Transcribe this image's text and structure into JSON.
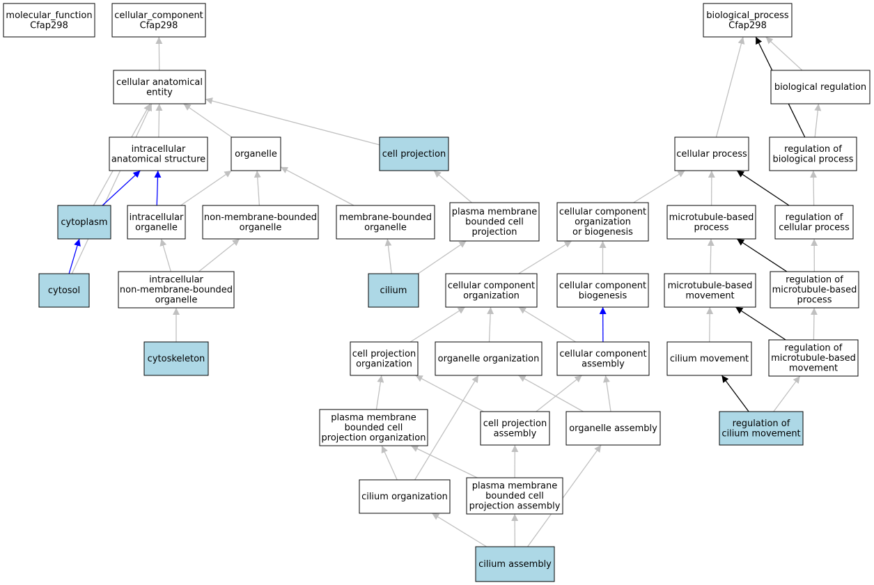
{
  "colors": {
    "highlight": "#add8e6",
    "plain": "#ffffff",
    "edge_gray": "#c0c0c0",
    "edge_black": "#000000",
    "edge_blue": "#0000ff"
  },
  "nodes": [
    {
      "id": "mf",
      "lines": [
        "molecular_function",
        "Cfap298"
      ],
      "highlight": false
    },
    {
      "id": "cc",
      "lines": [
        "cellular_component",
        "Cfap298"
      ],
      "highlight": false
    },
    {
      "id": "bp",
      "lines": [
        "biological_process",
        "Cfap298"
      ],
      "highlight": false
    },
    {
      "id": "cae",
      "lines": [
        "cellular anatomical",
        "entity"
      ],
      "highlight": false
    },
    {
      "id": "ias",
      "lines": [
        "intracellular",
        "anatomical structure"
      ],
      "highlight": false
    },
    {
      "id": "org",
      "lines": [
        "organelle"
      ],
      "highlight": false
    },
    {
      "id": "cp",
      "lines": [
        "cell projection"
      ],
      "highlight": true
    },
    {
      "id": "cyto",
      "lines": [
        "cytoplasm"
      ],
      "highlight": true
    },
    {
      "id": "io",
      "lines": [
        "intracellular",
        "organelle"
      ],
      "highlight": false
    },
    {
      "id": "nmbo",
      "lines": [
        "non-membrane-bounded",
        "organelle"
      ],
      "highlight": false
    },
    {
      "id": "mbo",
      "lines": [
        "membrane-bounded",
        "organelle"
      ],
      "highlight": false
    },
    {
      "id": "pmbcp",
      "lines": [
        "plasma membrane",
        "bounded cell",
        "projection"
      ],
      "highlight": false
    },
    {
      "id": "cytosol",
      "lines": [
        "cytosol"
      ],
      "highlight": true
    },
    {
      "id": "inmbo",
      "lines": [
        "intracellular",
        "non-membrane-bounded",
        "organelle"
      ],
      "highlight": false
    },
    {
      "id": "cilium",
      "lines": [
        "cilium"
      ],
      "highlight": true
    },
    {
      "id": "cytoskeleton",
      "lines": [
        "cytoskeleton"
      ],
      "highlight": true
    },
    {
      "id": "cellproc",
      "lines": [
        "cellular process"
      ],
      "highlight": false
    },
    {
      "id": "bioreg",
      "lines": [
        "biological regulation"
      ],
      "highlight": false
    },
    {
      "id": "regbp",
      "lines": [
        "regulation of",
        "biological process"
      ],
      "highlight": false
    },
    {
      "id": "ccob",
      "lines": [
        "cellular component",
        "organization",
        "or biogenesis"
      ],
      "highlight": false
    },
    {
      "id": "mtbp",
      "lines": [
        "microtubule-based",
        "process"
      ],
      "highlight": false
    },
    {
      "id": "regcp",
      "lines": [
        "regulation of",
        "cellular process"
      ],
      "highlight": false
    },
    {
      "id": "cco",
      "lines": [
        "cellular component",
        "organization"
      ],
      "highlight": false
    },
    {
      "id": "ccb",
      "lines": [
        "cellular component",
        "biogenesis"
      ],
      "highlight": false
    },
    {
      "id": "mtbm",
      "lines": [
        "microtubule-based",
        "movement"
      ],
      "highlight": false
    },
    {
      "id": "regmtbp",
      "lines": [
        "regulation of",
        "microtubule-based",
        "process"
      ],
      "highlight": false
    },
    {
      "id": "cpo",
      "lines": [
        "cell projection",
        "organization"
      ],
      "highlight": false
    },
    {
      "id": "orgorg",
      "lines": [
        "organelle organization"
      ],
      "highlight": false
    },
    {
      "id": "cca",
      "lines": [
        "cellular component",
        "assembly"
      ],
      "highlight": false
    },
    {
      "id": "cilmov",
      "lines": [
        "cilium movement"
      ],
      "highlight": false
    },
    {
      "id": "regmtbm",
      "lines": [
        "regulation of",
        "microtubule-based",
        "movement"
      ],
      "highlight": false
    },
    {
      "id": "pmbcpo",
      "lines": [
        "plasma membrane",
        "bounded cell",
        "projection organization"
      ],
      "highlight": false
    },
    {
      "id": "cpa",
      "lines": [
        "cell projection",
        "assembly"
      ],
      "highlight": false
    },
    {
      "id": "orgasm",
      "lines": [
        "organelle assembly"
      ],
      "highlight": false
    },
    {
      "id": "regcm",
      "lines": [
        "regulation of",
        "cilium movement"
      ],
      "highlight": true
    },
    {
      "id": "cilorg",
      "lines": [
        "cilium organization"
      ],
      "highlight": false
    },
    {
      "id": "pmbcpa",
      "lines": [
        "plasma membrane",
        "bounded cell",
        "projection assembly"
      ],
      "highlight": false
    },
    {
      "id": "cilasm",
      "lines": [
        "cilium assembly"
      ],
      "highlight": true
    }
  ],
  "edges": [
    {
      "from": "cae",
      "to": "cc",
      "color": "gray"
    },
    {
      "from": "ias",
      "to": "cae",
      "color": "gray"
    },
    {
      "from": "org",
      "to": "cae",
      "color": "gray"
    },
    {
      "from": "cp",
      "to": "cae",
      "color": "gray"
    },
    {
      "from": "cyto",
      "to": "cae",
      "color": "gray"
    },
    {
      "from": "cytosol",
      "to": "cae",
      "color": "gray"
    },
    {
      "from": "cyto",
      "to": "ias",
      "color": "blue"
    },
    {
      "from": "io",
      "to": "ias",
      "color": "blue"
    },
    {
      "from": "io",
      "to": "org",
      "color": "gray"
    },
    {
      "from": "nmbo",
      "to": "org",
      "color": "gray"
    },
    {
      "from": "mbo",
      "to": "org",
      "color": "gray"
    },
    {
      "from": "pmbcp",
      "to": "cp",
      "color": "gray"
    },
    {
      "from": "cytosol",
      "to": "cyto",
      "color": "blue"
    },
    {
      "from": "inmbo",
      "to": "io",
      "color": "gray"
    },
    {
      "from": "inmbo",
      "to": "nmbo",
      "color": "gray"
    },
    {
      "from": "cilium",
      "to": "mbo",
      "color": "gray"
    },
    {
      "from": "cilium",
      "to": "pmbcp",
      "color": "gray"
    },
    {
      "from": "cytoskeleton",
      "to": "inmbo",
      "color": "gray"
    },
    {
      "from": "cellproc",
      "to": "bp",
      "color": "gray"
    },
    {
      "from": "bioreg",
      "to": "bp",
      "color": "gray"
    },
    {
      "from": "regbp",
      "to": "bp",
      "color": "black"
    },
    {
      "from": "regbp",
      "to": "bioreg",
      "color": "gray"
    },
    {
      "from": "ccob",
      "to": "cellproc",
      "color": "gray"
    },
    {
      "from": "mtbp",
      "to": "cellproc",
      "color": "gray"
    },
    {
      "from": "regcp",
      "to": "cellproc",
      "color": "black"
    },
    {
      "from": "regcp",
      "to": "regbp",
      "color": "gray"
    },
    {
      "from": "cco",
      "to": "ccob",
      "color": "gray"
    },
    {
      "from": "ccb",
      "to": "ccob",
      "color": "gray"
    },
    {
      "from": "mtbm",
      "to": "mtbp",
      "color": "gray"
    },
    {
      "from": "regmtbp",
      "to": "mtbp",
      "color": "black"
    },
    {
      "from": "regmtbp",
      "to": "regcp",
      "color": "gray"
    },
    {
      "from": "cpo",
      "to": "cco",
      "color": "gray"
    },
    {
      "from": "orgorg",
      "to": "cco",
      "color": "gray"
    },
    {
      "from": "cca",
      "to": "cco",
      "color": "gray"
    },
    {
      "from": "cca",
      "to": "ccb",
      "color": "blue"
    },
    {
      "from": "cilmov",
      "to": "mtbm",
      "color": "gray"
    },
    {
      "from": "regmtbm",
      "to": "mtbm",
      "color": "black"
    },
    {
      "from": "regmtbm",
      "to": "regmtbp",
      "color": "gray"
    },
    {
      "from": "pmbcpo",
      "to": "cpo",
      "color": "gray"
    },
    {
      "from": "cpa",
      "to": "cpo",
      "color": "gray"
    },
    {
      "from": "cpa",
      "to": "cca",
      "color": "gray"
    },
    {
      "from": "orgasm",
      "to": "orgorg",
      "color": "gray"
    },
    {
      "from": "orgasm",
      "to": "cca",
      "color": "gray"
    },
    {
      "from": "cilorg",
      "to": "orgorg",
      "color": "gray"
    },
    {
      "from": "cilorg",
      "to": "pmbcpo",
      "color": "gray"
    },
    {
      "from": "pmbcpa",
      "to": "pmbcpo",
      "color": "gray"
    },
    {
      "from": "pmbcpa",
      "to": "cpa",
      "color": "gray"
    },
    {
      "from": "regcm",
      "to": "cilmov",
      "color": "black"
    },
    {
      "from": "regcm",
      "to": "regmtbm",
      "color": "gray"
    },
    {
      "from": "cilasm",
      "to": "cilorg",
      "color": "gray"
    },
    {
      "from": "cilasm",
      "to": "pmbcpa",
      "color": "gray"
    },
    {
      "from": "cilasm",
      "to": "orgasm",
      "color": "gray"
    }
  ]
}
